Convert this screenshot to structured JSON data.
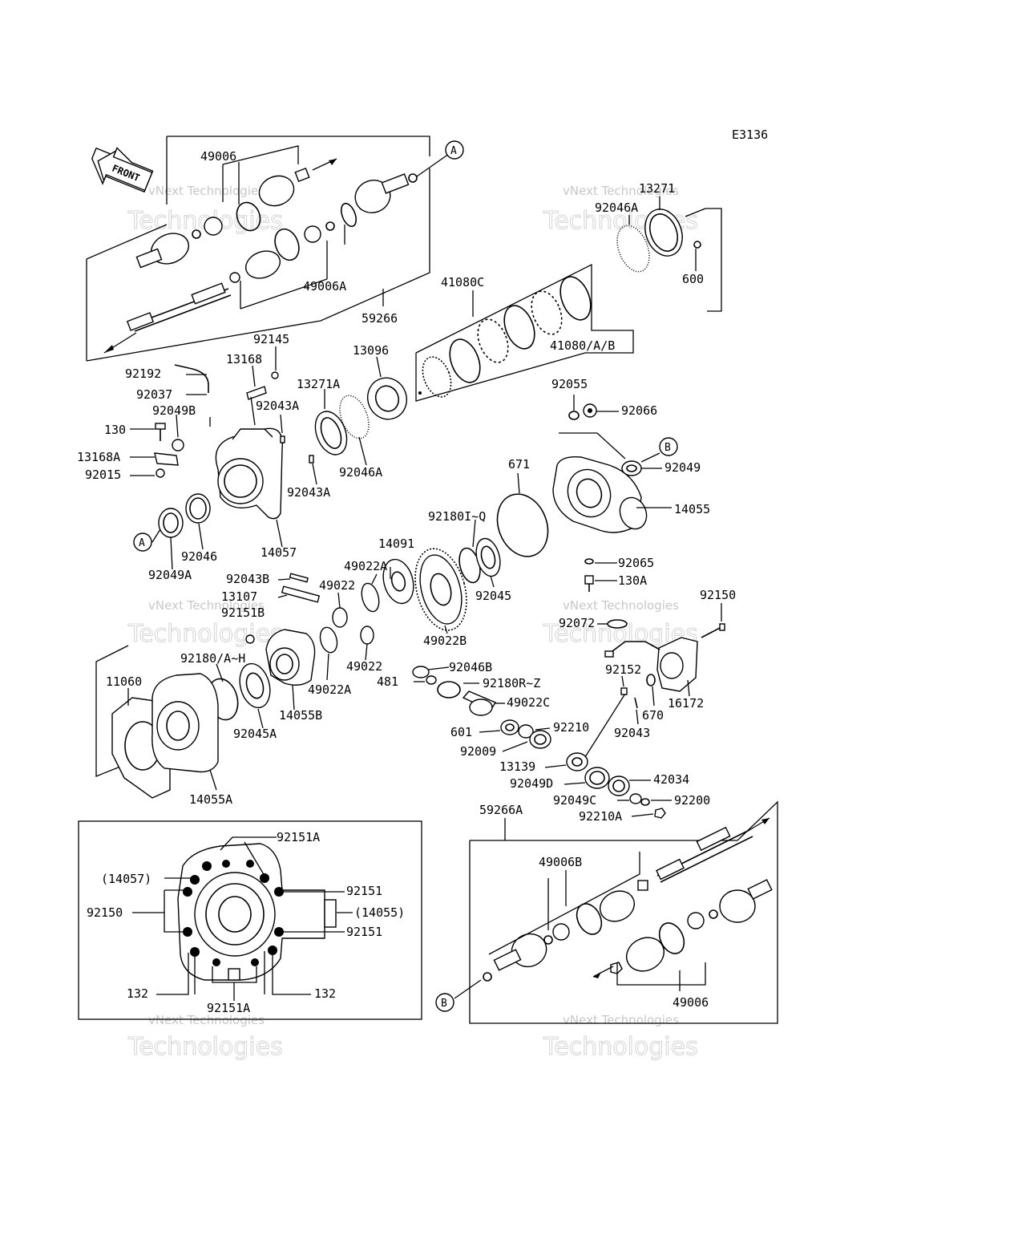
{
  "diagram_code": "E3136",
  "front_label": "FRONT",
  "watermark": {
    "line1": "vNext Technologies",
    "line2": "Technologies"
  },
  "callouts": {
    "a": "A",
    "b": "B"
  },
  "parts": {
    "p49006_top": "49006",
    "p49006A": "49006A",
    "p59266": "59266",
    "p13271": "13271",
    "p92046A_top": "92046A",
    "p600": "600",
    "p41080C": "41080C",
    "p41080ABB": "41080/A/B",
    "p92145": "92145",
    "p13168": "13168",
    "p92192": "92192",
    "p92037": "92037",
    "p92049B": "92049B",
    "p130": "130",
    "p13168A": "13168A",
    "p92015": "92015",
    "p13096": "13096",
    "p13271A": "13271A",
    "p92043A_a": "92043A",
    "p92043A_b": "92043A",
    "p92046A_mid": "92046A",
    "p92055": "92055",
    "p92066": "92066",
    "p92049": "92049",
    "p671": "671",
    "p14055": "14055",
    "p92065": "92065",
    "p130A": "130A",
    "p92150_r": "92150",
    "p92072": "92072",
    "p92046": "92046",
    "p14057": "14057",
    "p92049A": "92049A",
    "p92180IQ": "92180I~Q",
    "p14091": "14091",
    "p49022A_a": "49022A",
    "p92045": "92045",
    "p49022B": "49022B",
    "p92043B": "92043B",
    "p13107": "13107",
    "p49022_a": "49022",
    "p92151B": "92151B",
    "p49022_b": "49022",
    "p92180AH": "92180/A~H",
    "p11060": "11060",
    "p49022A_b": "49022A",
    "p14055B": "14055B",
    "p92045A": "92045A",
    "p14055A": "14055A",
    "p92046B": "92046B",
    "p481": "481",
    "p92180RZ": "92180R~Z",
    "p49022C": "49022C",
    "p92152": "92152",
    "p670": "670",
    "p16172": "16172",
    "p601": "601",
    "p92210": "92210",
    "p92043": "92043",
    "p92009": "92009",
    "p13139": "13139",
    "p42034": "42034",
    "p92049D": "92049D",
    "p92049C": "92049C",
    "p92200": "92200",
    "p92210A": "92210A",
    "p59266A": "59266A",
    "p49006B": "49006B",
    "p49006_bot": "49006",
    "p92151A_top": "92151A",
    "p14057_ref": "(14057)",
    "p92151_a": "92151",
    "p92150_inset": "92150",
    "p14055_ref": "(14055)",
    "p92151_b": "92151",
    "p132_l": "132",
    "p132_r": "132",
    "p92151A_bot": "92151A"
  }
}
